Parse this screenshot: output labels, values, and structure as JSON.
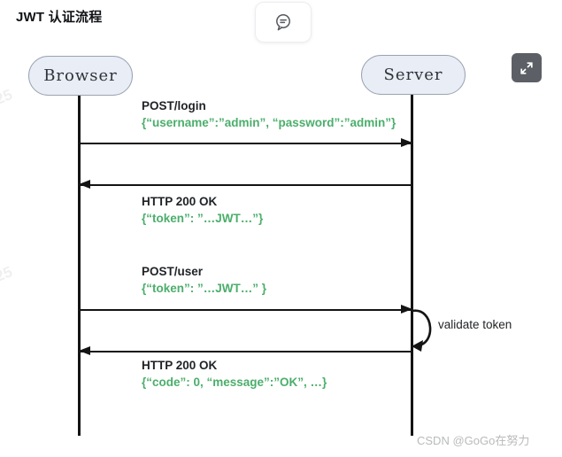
{
  "page": {
    "title": "JWT 认证流程"
  },
  "toolbar": {
    "comment_icon": "speech-bubble",
    "expand_icon": "fullscreen-expand"
  },
  "diagram": {
    "actors": [
      {
        "name": "Browser"
      },
      {
        "name": "Server"
      }
    ],
    "messages": [
      {
        "label": "POST/login",
        "payload": "{“username”:”admin”, “password”:”admin”}",
        "direction": "right"
      },
      {
        "label": "HTTP 200 OK",
        "payload": "{“token”: ”…JWT…”}",
        "direction": "left"
      },
      {
        "label": "POST/user",
        "payload": "{“token”: ”…JWT…” }",
        "direction": "right"
      },
      {
        "label": "HTTP 200 OK",
        "payload": "{“code”: 0, “message”:”OK”, …}",
        "direction": "left"
      }
    ],
    "self_message": {
      "label": "validate token"
    },
    "colors": {
      "payload_green": "#4bae6b",
      "line_black": "#141414",
      "actor_fill": "#e9edf6",
      "actor_border": "#9aa3b2"
    }
  },
  "watermarks": {
    "csdn": "CSDN @GoGo在努力",
    "fragments": [
      "25",
      "25"
    ]
  }
}
